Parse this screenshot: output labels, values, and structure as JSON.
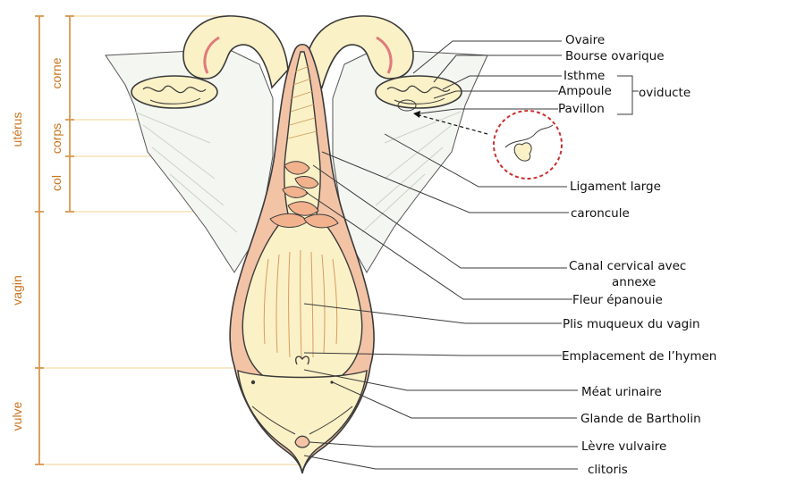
{
  "diagram": {
    "left_labels": {
      "uterus": "utérus",
      "horn": "corne",
      "body": "corps",
      "neck": "col",
      "vagina": "vagin",
      "vulva": "vulve"
    },
    "right_labels": {
      "ovary": "Ovaire",
      "ovarian_bursa": "Bourse ovarique",
      "isthmus": "Isthme",
      "ampulla": "Ampoule",
      "oviduct": "oviducte",
      "infundibulum": "Pavillon",
      "broad_ligament": "Ligament large",
      "caruncle": "caroncule",
      "cervical_canal_line1": "Canal cervical avec",
      "cervical_canal_line2": "annexe",
      "open_flower": "Fleur épanouie",
      "vaginal_folds": "Plis muqueux du vagin",
      "hymen_site": "Emplacement de l’hymen",
      "urinary_meatus": "Méat urinaire",
      "bartholin_gland": "Glande de Bartholin",
      "vulvar_lip": "Lèvre vulvaire",
      "clitoris": "clitoris"
    },
    "colors": {
      "background": "#ffffff",
      "region_bar": "#d9974e",
      "region_text": "#c8741c",
      "tissue_cream": "#fbf1c6",
      "tissue_pink": "#f3c3a6",
      "ligament": "#f4f6f2",
      "outline": "#3a3a3a",
      "leader": "#3a3a3a",
      "inset_border": "#c63232",
      "guide_lines": "#f3d9a6"
    }
  }
}
